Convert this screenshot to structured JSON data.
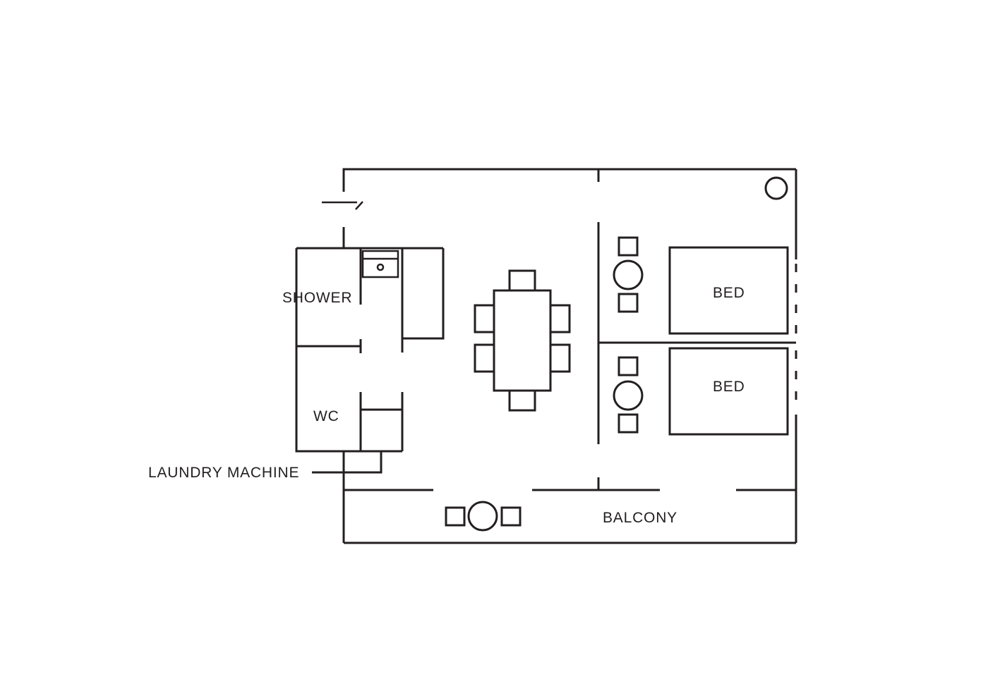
{
  "labels": {
    "shower": "SHOWER",
    "wc": "WC",
    "laundry": "LAUNDRY MACHINE",
    "bed_top": "BED",
    "bed_bottom": "BED",
    "balcony": "BALCONY"
  },
  "colors": {
    "line": "#231f20",
    "background": "#ffffff"
  }
}
